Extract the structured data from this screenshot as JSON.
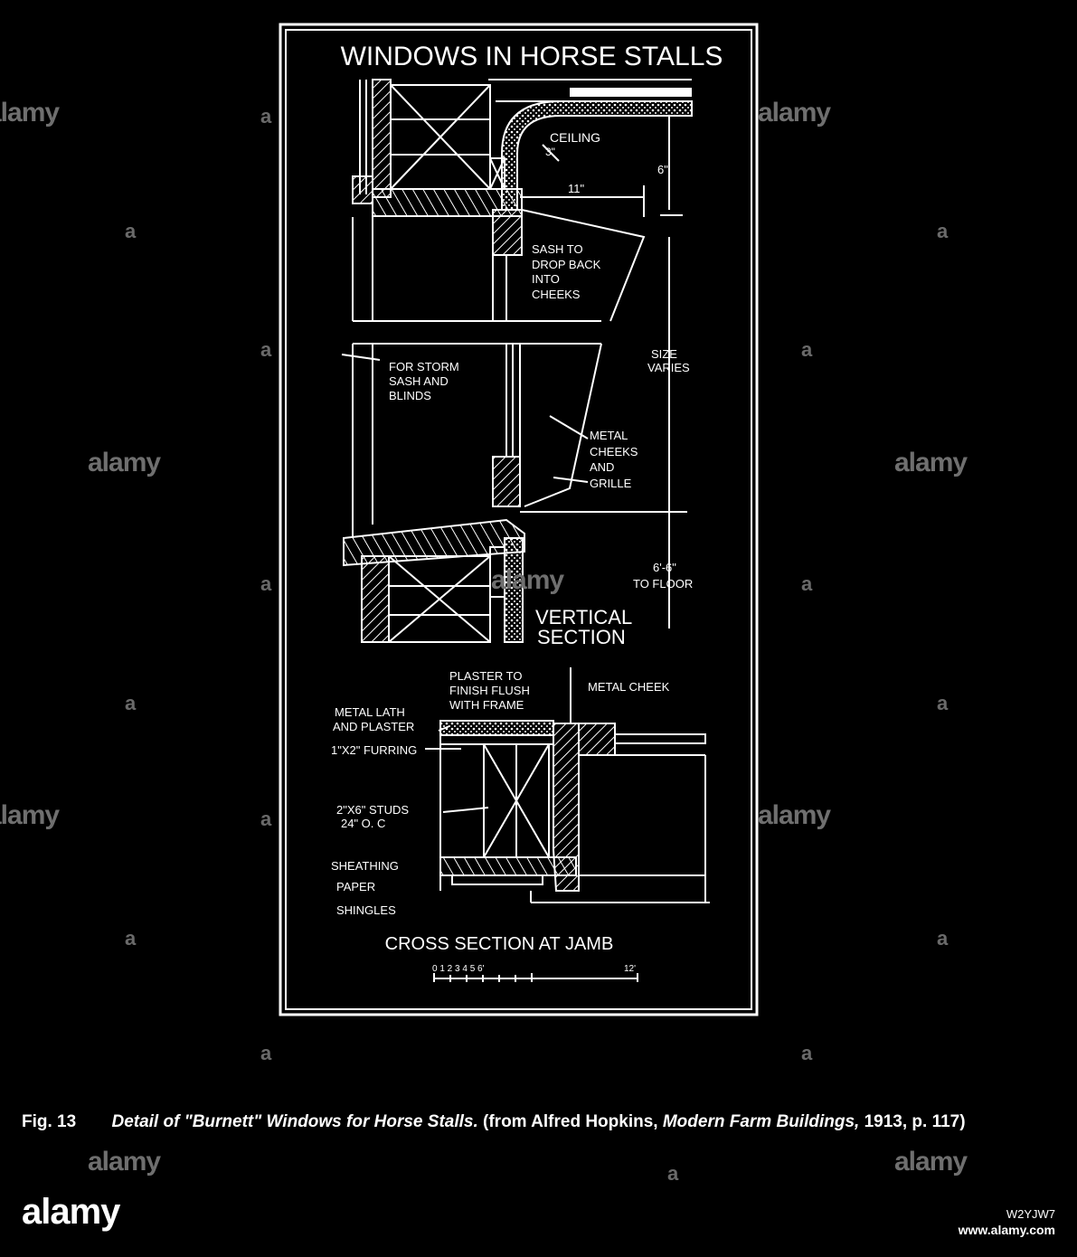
{
  "drawing": {
    "title": "WINDOWS IN HORSE STALLS",
    "vertical_labels": {
      "ceiling": "CEILING",
      "three_inch": "3\"",
      "eleven_inch": "11\"",
      "six_inch": "6\"",
      "sash": [
        "SASH TO",
        "DROP BACK",
        "INTO",
        "CHEEKS"
      ],
      "storm": [
        "FOR STORM",
        "SASH AND",
        "BLINDS"
      ],
      "size": [
        "SIZE",
        "VARIES"
      ],
      "metal": [
        "METAL",
        "CHEEKS",
        "AND",
        "GRILLE"
      ],
      "floor": [
        "6'-6\"",
        "TO FLOOR"
      ],
      "section": [
        "VERTICAL",
        "SECTION"
      ]
    },
    "cross_labels": {
      "plaster": [
        "PLASTER TO",
        "FINISH FLUSH",
        "WITH FRAME"
      ],
      "metal_cheek": "METAL CHEEK",
      "lath": [
        "METAL LATH",
        "AND PLASTER"
      ],
      "furring": "1\"X2\" FURRING",
      "studs": [
        "2\"X6\" STUDS",
        "24\" O. C"
      ],
      "sheathing": "SHEATHING",
      "paper": "PAPER",
      "shingles": "SHINGLES",
      "section": "CROSS SECTION AT JAMB"
    },
    "scale": "0 1 2 3 4 5 6'",
    "scale_end": "12'"
  },
  "caption": {
    "fig": "Fig. 13",
    "title": "Detail of \"Burnett\" Windows for Horse Stalls.",
    "source_pre": "(from Alfred Hopkins,",
    "source_book": "Modern Farm Buildings,",
    "source_post": "1913, p. 117)"
  },
  "watermark": {
    "word": "alamy",
    "letter": "a",
    "logo": "alamy",
    "stock_id": "W2YJW7",
    "url": "www.alamy.com"
  }
}
